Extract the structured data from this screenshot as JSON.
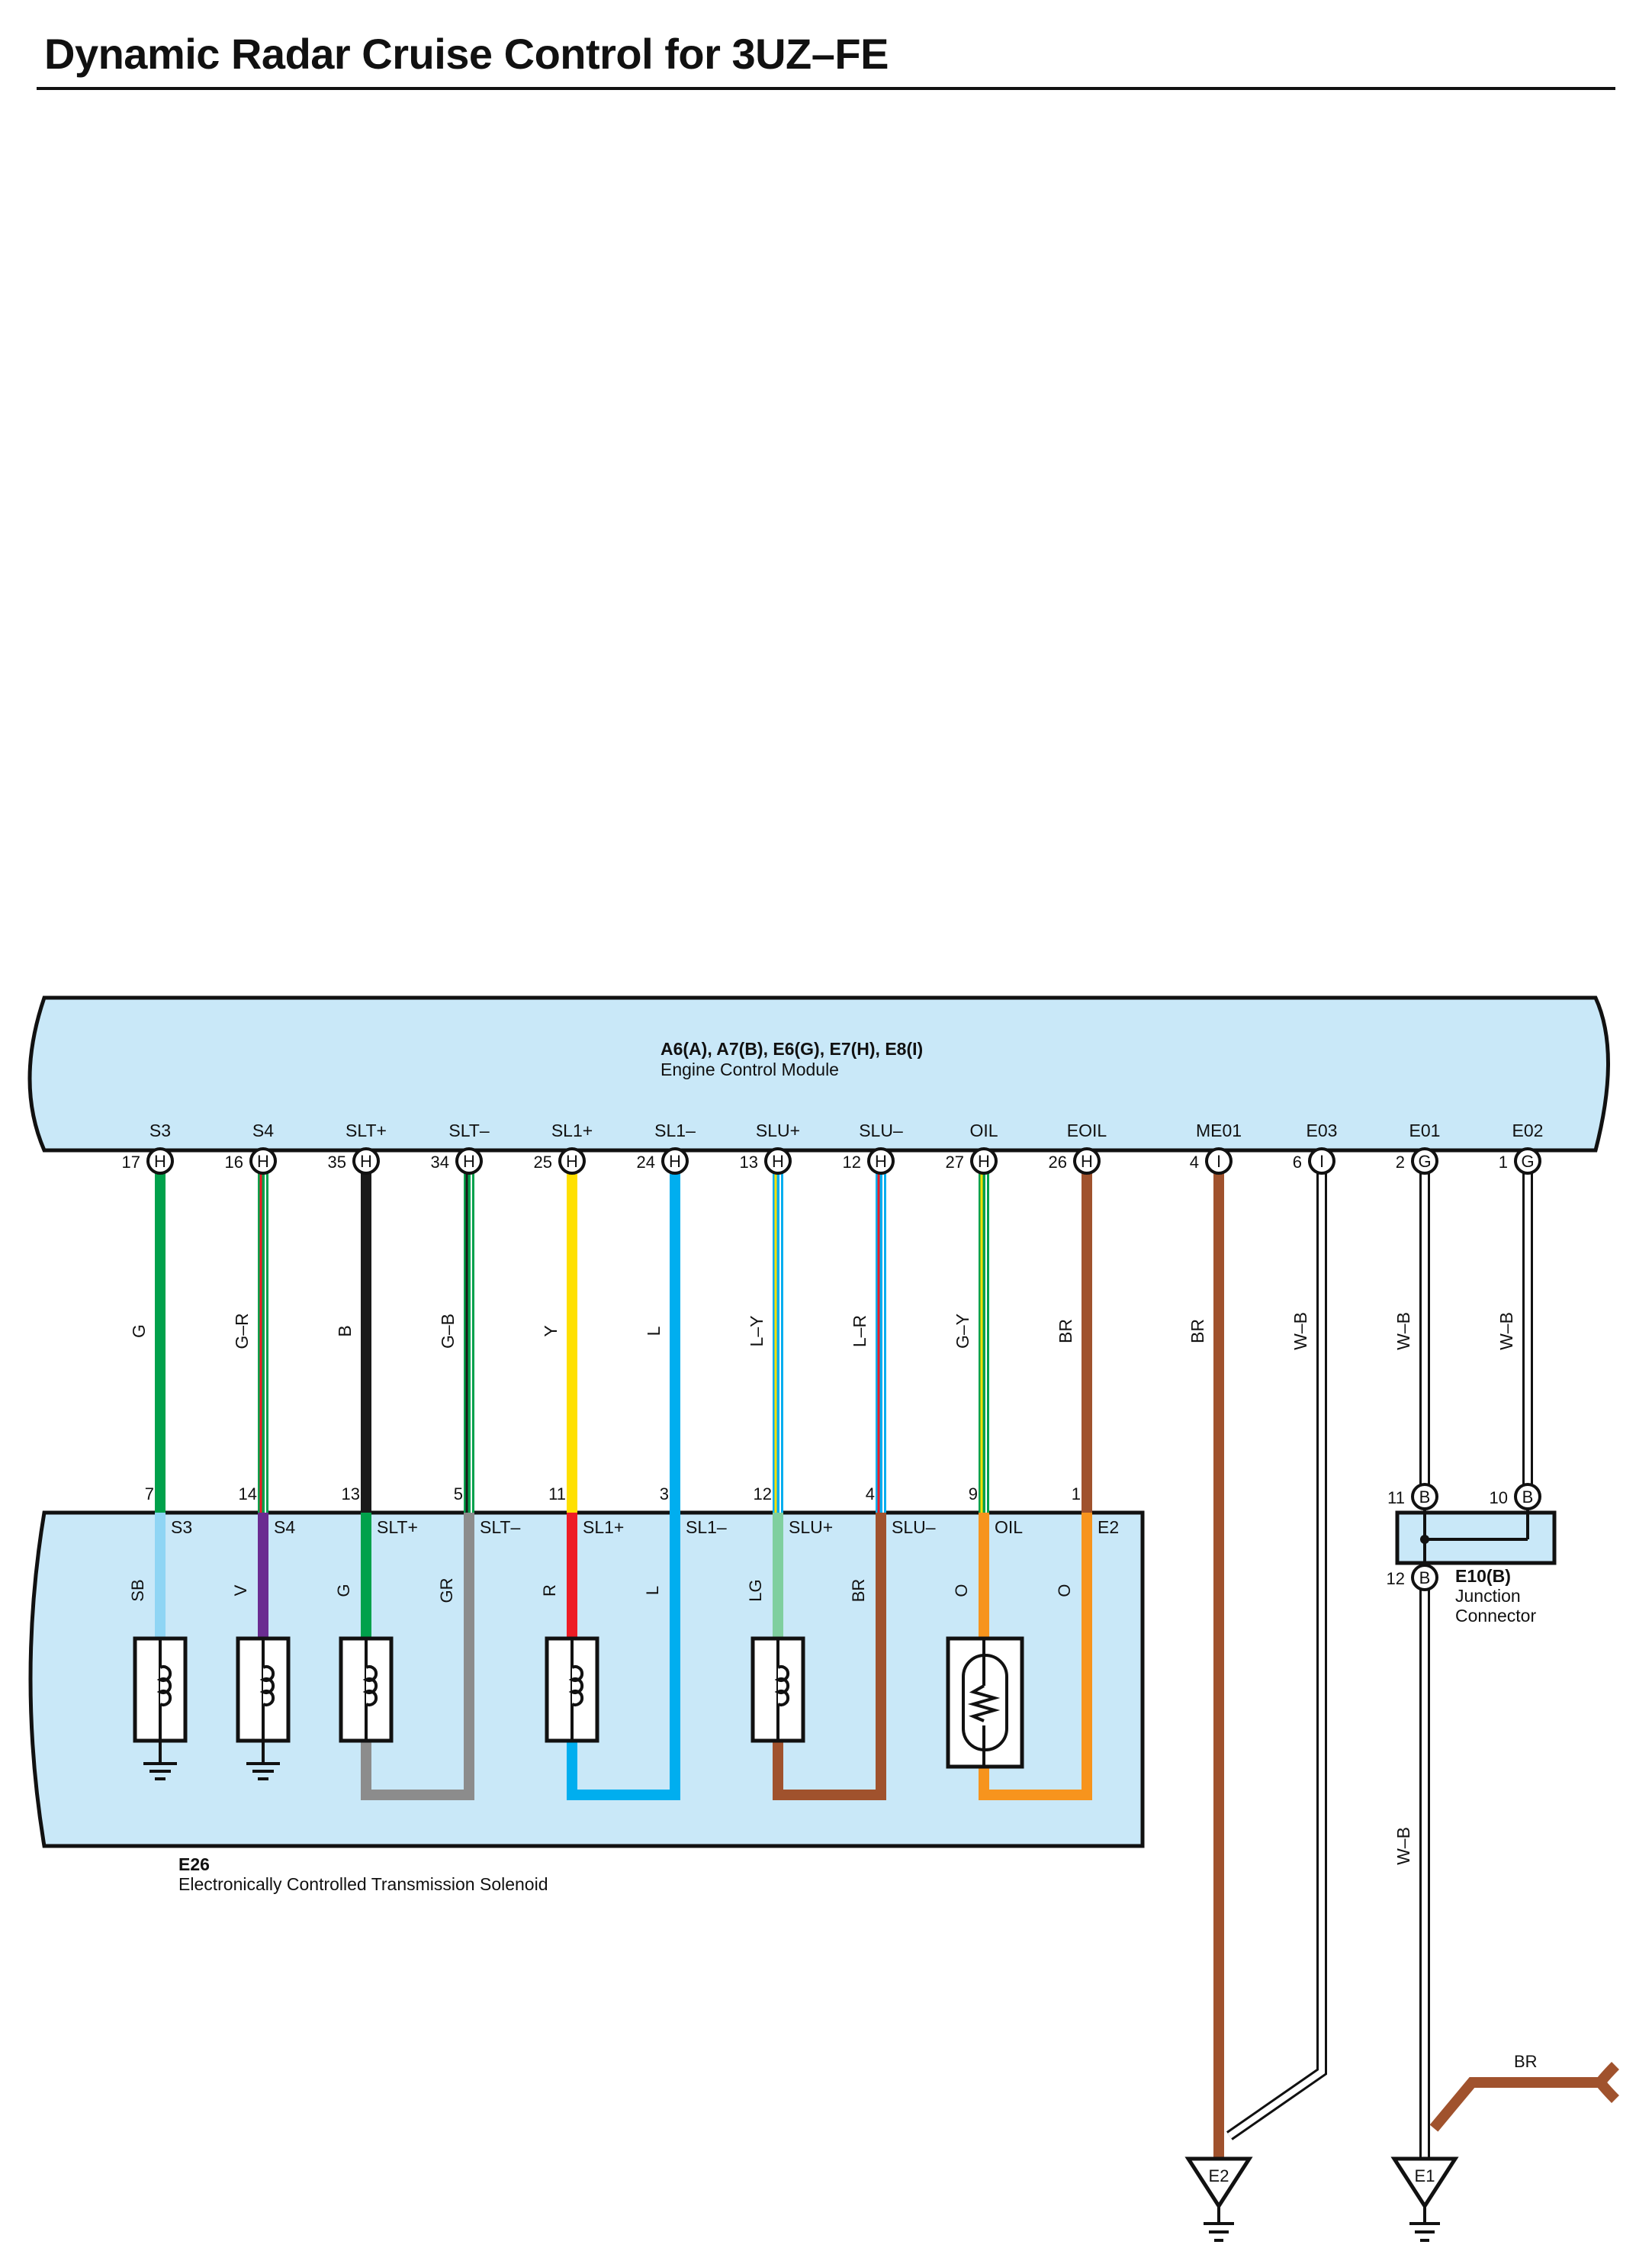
{
  "title": "Dynamic Radar Cruise Control for 3UZ–FE",
  "ecm": {
    "line1": "A6(A), A7(B), E6(G), E7(H), E8(I)",
    "line2": "Engine Control Module"
  },
  "solenoid_block": {
    "line1": "E26",
    "line2": "Electronically Controlled Transmission Solenoid"
  },
  "junction": {
    "line1": "E10(B)",
    "line2": "Junction",
    "line3": "Connector"
  },
  "colors": {
    "G": "#00a14b",
    "V": "#6a2c91",
    "B": "#1a1a1a",
    "GR": "#8c8c8c",
    "Y": "#ffe000",
    "L": "#00aeef",
    "R": "#ee1c25",
    "LG": "#7fcf9f",
    "O": "#f7941d",
    "BR": "#a0522d",
    "SB": "#8fd5f4",
    "W": "#ffffff",
    "panel": "#c9e8f8"
  },
  "channels": [
    {
      "ecm_label": "S3",
      "ecm_pin": "17",
      "ecm_conn": "H",
      "wire_label": "G",
      "sol_pin": "7",
      "sol_label": "S3",
      "inner_label": "SB"
    },
    {
      "ecm_label": "S4",
      "ecm_pin": "16",
      "ecm_conn": "H",
      "wire_label": "G–R",
      "sol_pin": "14",
      "sol_label": "S4",
      "inner_label": "V"
    },
    {
      "ecm_label": "SLT+",
      "ecm_pin": "35",
      "ecm_conn": "H",
      "wire_label": "B",
      "sol_pin": "13",
      "sol_label": "SLT+",
      "inner_label": "G"
    },
    {
      "ecm_label": "SLT–",
      "ecm_pin": "34",
      "ecm_conn": "H",
      "wire_label": "G–B",
      "sol_pin": "5",
      "sol_label": "SLT–",
      "inner_label": "GR"
    },
    {
      "ecm_label": "SL1+",
      "ecm_pin": "25",
      "ecm_conn": "H",
      "wire_label": "Y",
      "sol_pin": "11",
      "sol_label": "SL1+",
      "inner_label": "R"
    },
    {
      "ecm_label": "SL1–",
      "ecm_pin": "24",
      "ecm_conn": "H",
      "wire_label": "L",
      "sol_pin": "3",
      "sol_label": "SL1–",
      "inner_label": "L"
    },
    {
      "ecm_label": "SLU+",
      "ecm_pin": "13",
      "ecm_conn": "H",
      "wire_label": "L–Y",
      "sol_pin": "12",
      "sol_label": "SLU+",
      "inner_label": "LG"
    },
    {
      "ecm_label": "SLU–",
      "ecm_pin": "12",
      "ecm_conn": "H",
      "wire_label": "L–R",
      "sol_pin": "4",
      "sol_label": "SLU–",
      "inner_label": "BR"
    },
    {
      "ecm_label": "OIL",
      "ecm_pin": "27",
      "ecm_conn": "H",
      "wire_label": "G–Y",
      "sol_pin": "9",
      "sol_label": "OIL",
      "inner_label": "O"
    },
    {
      "ecm_label": "EOIL",
      "ecm_pin": "26",
      "ecm_conn": "H",
      "wire_label": "BR",
      "sol_pin": "1",
      "sol_label": "E2",
      "inner_label": "O"
    }
  ],
  "grounds": [
    {
      "ecm_label": "ME01",
      "ecm_pin": "4",
      "ecm_conn": "I",
      "wire_label": "BR"
    },
    {
      "ecm_label": "E03",
      "ecm_pin": "6",
      "ecm_conn": "I",
      "wire_label": "W–B"
    },
    {
      "ecm_label": "E01",
      "ecm_pin": "2",
      "ecm_conn": "G",
      "wire_label": "W–B",
      "jc_pin": "11",
      "jc_conn": "B"
    },
    {
      "ecm_label": "E02",
      "ecm_pin": "1",
      "ecm_conn": "G",
      "wire_label": "W–B",
      "jc_pin": "10",
      "jc_conn": "B"
    }
  ],
  "jc_out": {
    "pin": "12",
    "conn": "B",
    "wire_label": "W–B"
  },
  "ground_points": {
    "e2": "E2",
    "e1": "E1"
  },
  "br_branch_label": "BR"
}
